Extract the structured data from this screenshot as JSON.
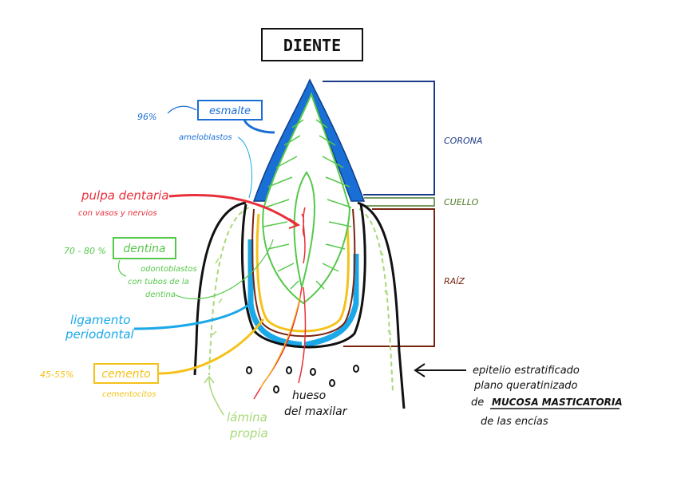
{
  "title": "DIENTE",
  "colors": {
    "enamel": "#1a6fd6",
    "pulp": "#e8303a",
    "dentin": "#55c84a",
    "ligament": "#1aa8e8",
    "cementum": "#f4c21a",
    "lamina": "#a8d878",
    "corona": "#1b3a8a",
    "cuello": "#4f7a2a",
    "raiz": "#7a2410",
    "ink": "#111111"
  },
  "labels": {
    "esmalte": {
      "pct": "96%",
      "name": "esmalte",
      "cell": "ameloblastos"
    },
    "pulpa": {
      "name": "pulpa dentaria",
      "detail": "con vasos y nervios"
    },
    "dentina": {
      "pct": "70 - 80 %",
      "name": "dentina",
      "detail_1": "odontoblastos",
      "detail_2": "con tubos de la",
      "detail_3": "dentina"
    },
    "ligamento": {
      "line_1": "ligamento",
      "line_2": "periodontal"
    },
    "cemento": {
      "pct": "45-55%",
      "name": "cemento",
      "cell": "cementocitos"
    },
    "lamina": {
      "line_1": "lámina",
      "line_2": "propia"
    },
    "hueso": {
      "line_1": "hueso",
      "line_2": "del maxilar"
    },
    "epitelio": {
      "line_1": "epitelio estratificado",
      "line_2": "plano queratinizado",
      "line_3_prefix": "de",
      "line_3_emphasis": "MUCOSA MASTICATORIA",
      "line_4": "de las encías"
    }
  },
  "regions": {
    "corona": "CORONA",
    "cuello": "CUELLO",
    "raiz": "RAÍZ"
  }
}
